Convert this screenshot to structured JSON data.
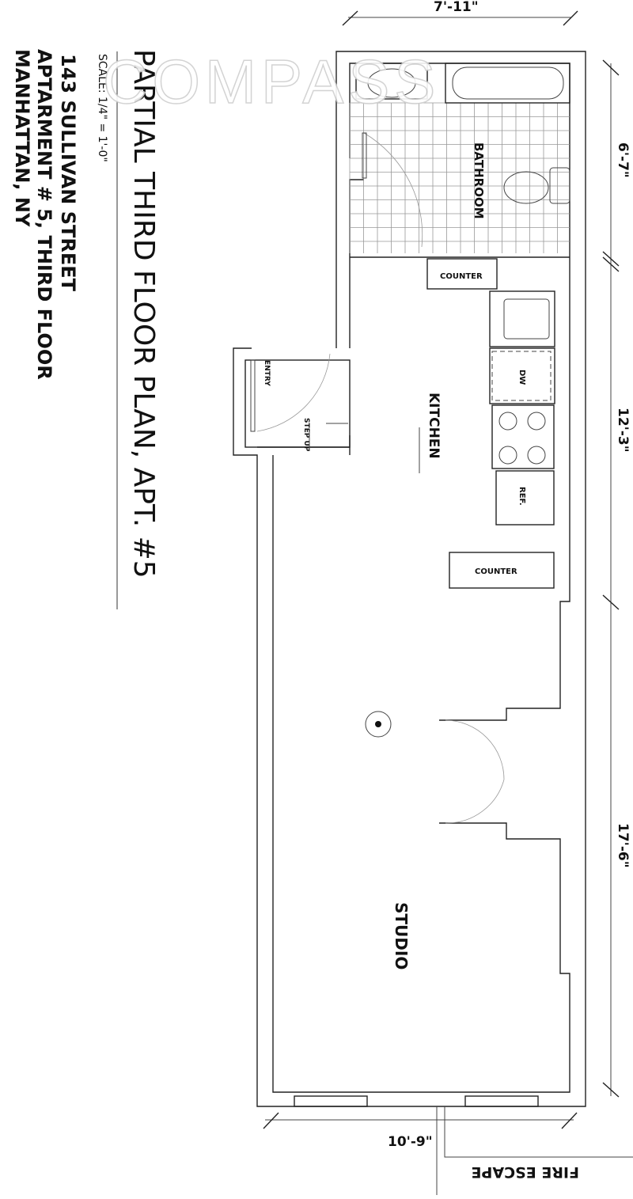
{
  "watermark": "COMPASS",
  "title_block": {
    "title": "PARTIAL THIRD FLOOR PLAN, APT. #5",
    "scale": "SCALE: 1/4\" = 1'-0\"",
    "address_line1": "143 SULLIVAN STREET",
    "address_line2": "APTARMENT # 5, THIRD FLOOR",
    "address_line3": "MANHATTAN, NY"
  },
  "rooms": {
    "bathroom": "BATHROOM",
    "kitchen": "KITCHEN",
    "studio": "STUDIO",
    "entry": "ENTRY",
    "step_up": "STEP UP",
    "counter_top": "COUNTER",
    "counter_bottom": "COUNTER",
    "dishwasher": "DW",
    "refrigerator": "REF.",
    "fire_escape": "FIRE ESCAPE"
  },
  "dimensions": {
    "top_width": "7'-11\"",
    "bottom_width": "10'-9\"",
    "bathroom_length": "6'-7\"",
    "kitchen_length": "12'-3\"",
    "studio_length": "17'-6\""
  }
}
